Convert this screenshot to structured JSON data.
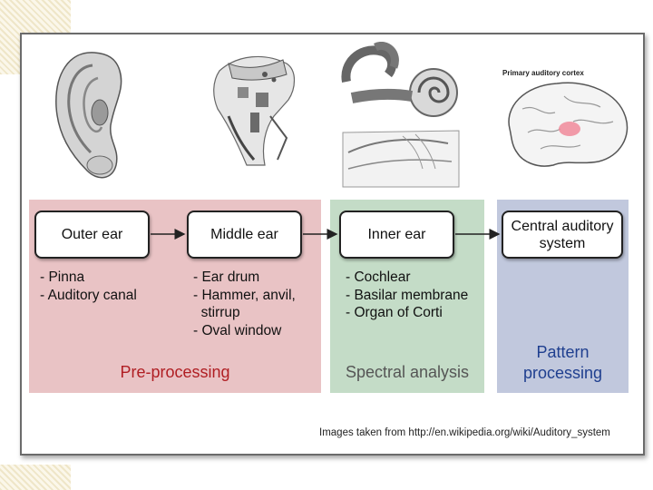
{
  "stages": [
    {
      "label": "Outer ear",
      "details": [
        "- Pinna",
        "- Auditory canal"
      ]
    },
    {
      "label": "Middle ear",
      "details": [
        "- Ear drum",
        "- Hammer, anvil,",
        "  stirrup",
        "- Oval window"
      ]
    },
    {
      "label": "Inner ear",
      "details": [
        "- Cochlear",
        "- Basilar membrane",
        "- Organ of Corti"
      ]
    },
    {
      "label": "Central auditory\nsystem",
      "details": []
    }
  ],
  "panels": {
    "pre_processing": {
      "caption": "Pre-processing",
      "color": "#e9c3c5",
      "text_color": "#b01e23"
    },
    "spectral_analysis": {
      "caption": "Spectral analysis",
      "color": "#c4dcc7",
      "text_color": "#555555"
    },
    "pattern_processing": {
      "caption": "Pattern\nprocessing",
      "color": "#c1c8dd",
      "text_color": "#1f3f8f"
    }
  },
  "illustrations": {
    "outer_ear": "outer-ear-illustration",
    "middle_ear": "middle-ear-illustration",
    "inner_ear": "cochlea-illustration",
    "brain": "brain-illustration",
    "brain_label": "Primary auditory cortex",
    "highlight_color": "#f08a9a"
  },
  "credit": "Images taken from http://en.wikipedia.org/wiki/Auditory_system"
}
